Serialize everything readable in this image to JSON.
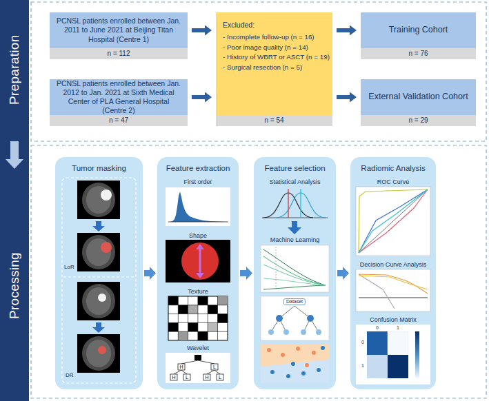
{
  "diagram": {
    "nodes": [
      {
        "text": [
          "Preparation"
        ]
      },
      {
        "text": [
          "PCNSL patients enrolled between Jan. 2011 to June 2021 at Beijing Titan Hospital (Centre 1)",
          "n = 112"
        ]
      },
      {
        "text": [
          "PCNSL patients enrolled between Jan. 2012 to Jan. 2021 at Sixth Medical Center of PLA General Hospital (Centre 2)",
          "n = 47"
        ]
      },
      {
        "text": [
          "Excluded:",
          "- Incomplete follow-up (n = 16)",
          "- Poor image quality (n = 14)",
          "- History of WBRT or ASCT (n = 19)",
          "- Surgical resection (n = 5)",
          "n = 54"
        ]
      },
      {
        "text": [
          "Training Cohort",
          "n = 76"
        ]
      },
      {
        "text": [
          "External Validation Cohort",
          "n = 29"
        ]
      },
      {
        "text": [
          "Processing"
        ]
      },
      {
        "text": [
          "Tumor masking"
        ]
      },
      {
        "text": [
          "Feature extraction",
          "First order",
          "Shape",
          "Texture",
          "Wavelet"
        ]
      },
      {
        "text": [
          "Feature selection",
          "Statistical Analysis",
          "Machine Learning"
        ]
      },
      {
        "text": [
          "Radiomic Analysis",
          "ROC Curve",
          "Decision Curve Analysis",
          "Confusion Matrix"
        ]
      }
    ],
    "edges": [
      {
        "from": 1,
        "to": 3,
        "arrow": "to"
      },
      {
        "from": 2,
        "to": 3,
        "arrow": "to"
      },
      {
        "from": 3,
        "to": 4,
        "arrow": "to"
      },
      {
        "from": 3,
        "to": 5,
        "arrow": "to"
      },
      {
        "from": 0,
        "to": 6,
        "arrow": "to"
      },
      {
        "from": 7,
        "to": 8,
        "arrow": "to"
      },
      {
        "from": 8,
        "to": 9,
        "arrow": "to"
      },
      {
        "from": 9,
        "to": 10,
        "arrow": "to"
      }
    ],
    "labels": [
      "LoR",
      "DR",
      "H",
      "L",
      "H",
      "L",
      "H",
      "L",
      "Dataset",
      "0",
      "1",
      "0",
      "1"
    ]
  }
}
